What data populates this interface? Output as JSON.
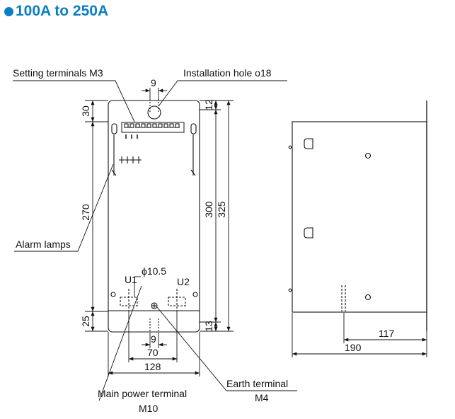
{
  "heading": {
    "title": "100A to 250A",
    "bullet_color": "#0a7fc2"
  },
  "labels": {
    "setting_terminals": "Setting terminals M3",
    "installation_hole": "Installation hole o18",
    "alarm_lamps": "Alarm lamps",
    "phi": "ϕ10.5",
    "u1": "U1",
    "u2": "U2",
    "main_power_terminal": "Main power terminal",
    "main_power_size": "M10",
    "earth_terminal": "Earth terminal",
    "earth_size": "M4"
  },
  "dimensions": {
    "hole_width": "9",
    "top_offset": "30",
    "top_small": "12",
    "mid_height": "270",
    "inner_height": "300",
    "total_height": "325",
    "bottom_offset": "25",
    "bottom_small": "13",
    "bottom_hole": "9",
    "terminal_spacing": "70",
    "body_width": "128",
    "side_depth_inner": "117",
    "side_depth": "190"
  }
}
